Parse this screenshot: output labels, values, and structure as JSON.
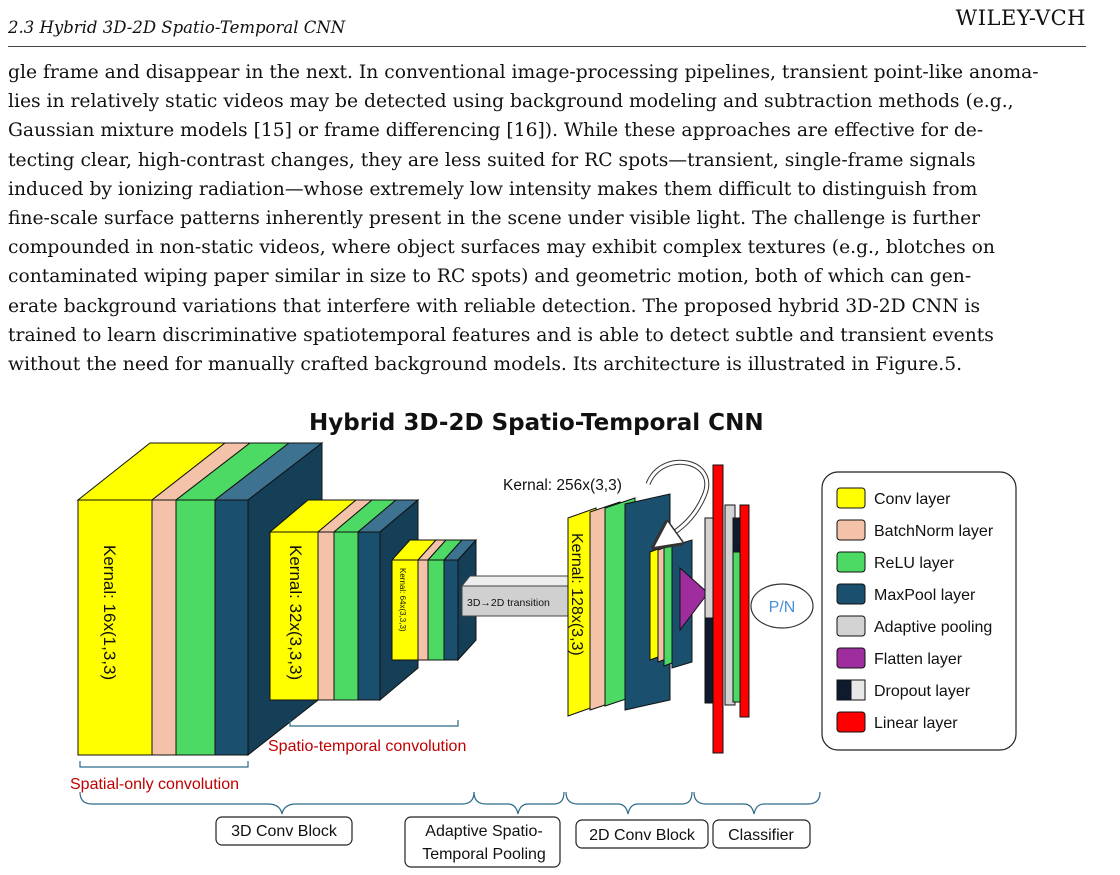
{
  "header": {
    "section": "2.3   Hybrid 3D-2D Spatio-Temporal CNN",
    "publisher": "WILEY-VCH"
  },
  "body": {
    "lines": [
      "gle frame and disappear in the next. In conventional image-processing pipelines, transient point-like anoma-",
      "lies in relatively static videos may be detected using background modeling and subtraction methods (e.g.,",
      "Gaussian mixture models [15] or frame differencing [16]). While these approaches are effective for de-",
      "tecting clear, high-contrast changes, they are less suited for RC spots—transient, single-frame signals",
      "induced by ionizing radiation—whose extremely low intensity makes them difficult to distinguish from",
      "fine-scale surface patterns inherently present in the scene under visible light. The challenge is further",
      "compounded in non-static videos, where object surfaces may exhibit complex textures (e.g., blotches on",
      "contaminated wiping paper similar in size to RC spots) and geometric motion, both of which can gen-",
      "erate background variations that interfere with reliable detection. The proposed hybrid 3D-2D CNN is",
      "trained to learn discriminative spatiotemporal features and is able to detect subtle and transient events",
      "without the need for manually crafted background models. Its architecture is illustrated in Figure.5."
    ]
  },
  "figure": {
    "title": "Hybrid 3D-2D Spatio-Temporal CNN",
    "labels": {
      "kernel1": "Kernal: 16x(1,3,3)",
      "kernel2": "Kernal: 32x(3,3,3)",
      "kernel3": "Kernal: 64x(3,3,3)",
      "kernel4": "Kernal: 128x(3,3)",
      "kernel5": "Kernal: 256x(3,3)",
      "transition": "3D→2D transition",
      "spatial": "Spatial-only convolution",
      "spatiotemporal": "Spatio-temporal convolution",
      "output": "P/N"
    },
    "blocks": {
      "conv3d": "3D Conv Block",
      "pool1": "Adaptive Spatio-",
      "pool2": "Temporal Pooling",
      "conv2d": "2D Conv Block",
      "classifier": "Classifier"
    },
    "legend": [
      {
        "label": "Conv layer",
        "color": "#FFFF00"
      },
      {
        "label": "BatchNorm layer",
        "color": "#F4C2A8"
      },
      {
        "label": "ReLU layer",
        "color": "#4CD964"
      },
      {
        "label": "MaxPool layer",
        "color": "#1B4F6E"
      },
      {
        "label": "Adaptive pooling",
        "color": "#D3D3D3"
      },
      {
        "label": "Flatten layer",
        "color": "#9E2E9E"
      },
      {
        "label": "Dropout layer",
        "color": "#0E1B2E"
      },
      {
        "label": "Linear layer",
        "color": "#FF0000"
      }
    ],
    "colors": {
      "accent_red": "#C00000",
      "bracket": "#2E6B8A",
      "output_text": "#4A90D9"
    }
  }
}
